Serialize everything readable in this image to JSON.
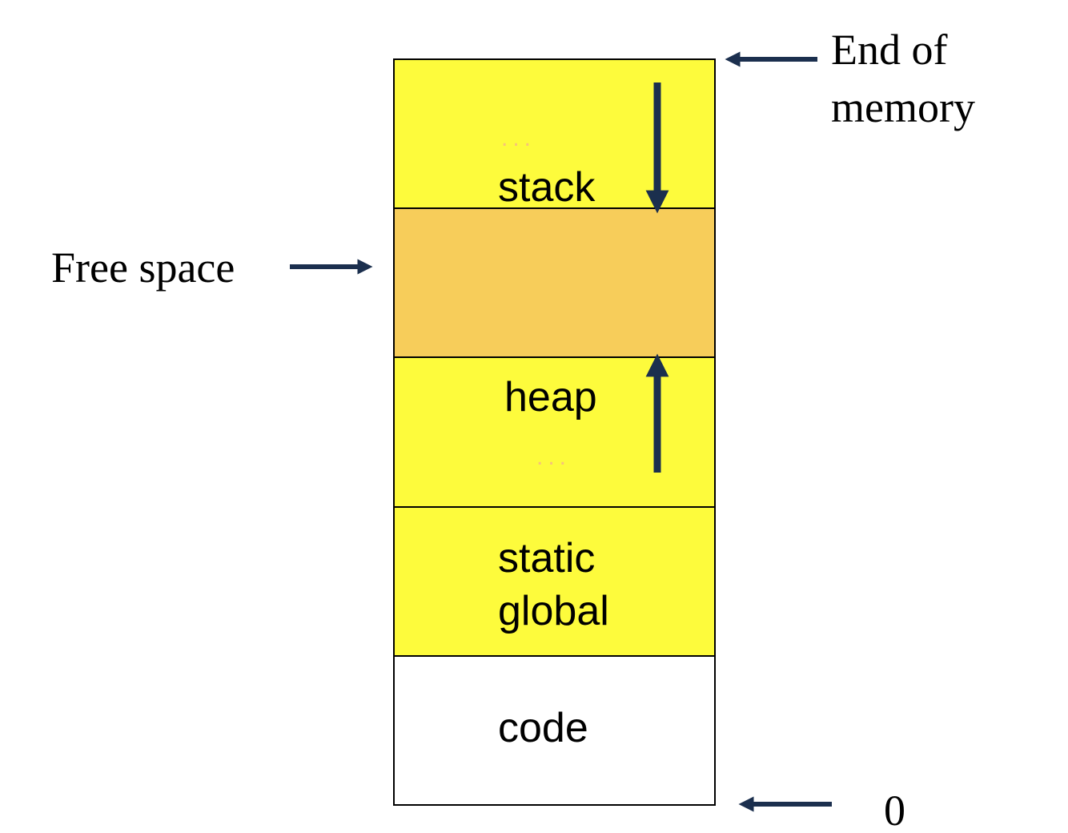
{
  "colors": {
    "segment_fill": "#fdfb3c",
    "free_space_fill": "#f7cd5a",
    "code_fill": "#ffffff",
    "border": "#000000",
    "arrow": "#1b2f4e",
    "ellipsis": "#f6c27a"
  },
  "segments": {
    "stack": {
      "label": "stack",
      "ellipsis": "..."
    },
    "free_space": {
      "label": ""
    },
    "heap": {
      "label": "heap",
      "ellipsis": "..."
    },
    "static_global": {
      "line1": "static",
      "line2": "global"
    },
    "code": {
      "label": "code"
    }
  },
  "annotations": {
    "end_of_memory": {
      "line1": "End of",
      "line2": "memory"
    },
    "free_space": "Free space",
    "zero": "0"
  },
  "growth": {
    "stack": "down",
    "heap": "up"
  }
}
